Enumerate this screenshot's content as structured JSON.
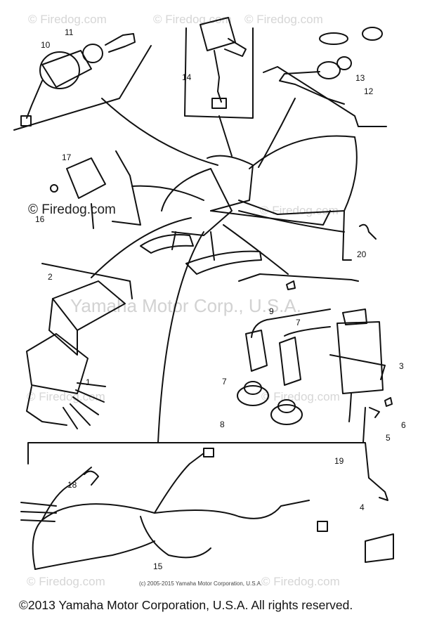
{
  "watermarks": {
    "top_left": "© Firedog.com",
    "top_mid": "© Firedog.com",
    "top_right": "© Firedog.com",
    "mid_left": "© Firedog.com",
    "mid_right": "© Firedog.com",
    "lower_left": "© Firedog.com",
    "lower_right": "© Firedog.com",
    "bottom_left": "© Firedog.com",
    "bottom_right": "© Firedog.com",
    "center": "Yamaha Motor Corp., U.S.A."
  },
  "small_copyright": "(c) 2005-2015 Yamaha Motor Corporation, U.S.A.",
  "footer": "©2013 Yamaha Motor Corporation, U.S.A. All rights reserved.",
  "callouts": {
    "c10": "10",
    "c11": "11",
    "c14": "14",
    "c13": "13",
    "c12": "12",
    "c17": "17",
    "c16": "16",
    "c20": "20",
    "c2": "2",
    "c9": "9",
    "c7a": "7",
    "c7b": "7",
    "c3": "3",
    "c6": "6",
    "c5": "5",
    "c8": "8",
    "c19": "19",
    "c18": "18",
    "c4": "4",
    "c1": "1",
    "c15": "15"
  }
}
